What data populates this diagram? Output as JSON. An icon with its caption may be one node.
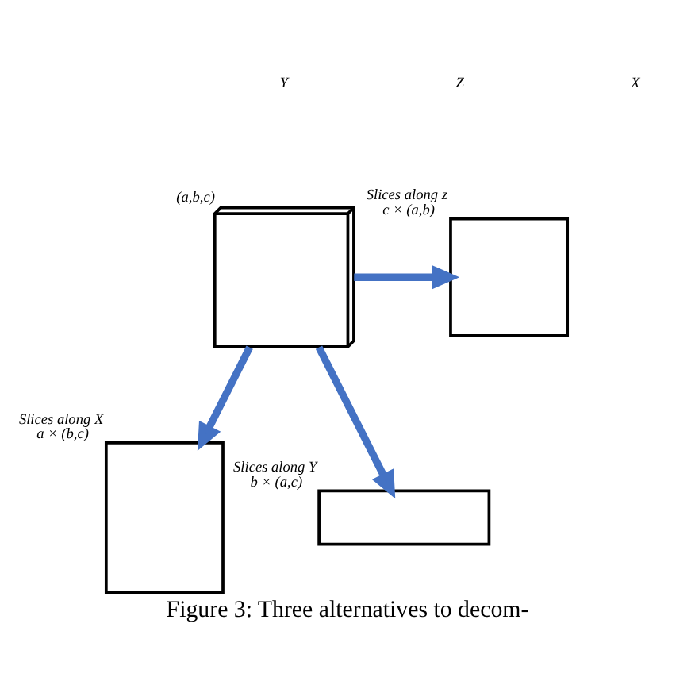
{
  "diagram": {
    "caption": "Figure 3: Three alternatives to decom-",
    "nodes": [
      {
        "text": [],
        "shape": "cube",
        "beside": [
          "(a,b,c)"
        ]
      },
      {
        "text": [],
        "shape": "box",
        "beside": [
          "Slices along z",
          "c × (a,b)"
        ]
      },
      {
        "text": [],
        "shape": "box",
        "beside": [
          "Slices along X",
          "a × (b,c)"
        ]
      },
      {
        "text": [],
        "shape": "box",
        "beside": [
          "Slices along Y",
          "b × (a,c)"
        ]
      }
    ],
    "edges": [
      {
        "from": 0,
        "to": 1,
        "arrow": "to",
        "color": "#4472c4"
      },
      {
        "from": 0,
        "to": 3,
        "arrow": "to",
        "color": "#4472c4"
      },
      {
        "from": 0,
        "to": 2,
        "arrow": "to",
        "color": "#4472c4"
      }
    ],
    "labels": [
      "Y",
      "Z",
      "X"
    ]
  }
}
